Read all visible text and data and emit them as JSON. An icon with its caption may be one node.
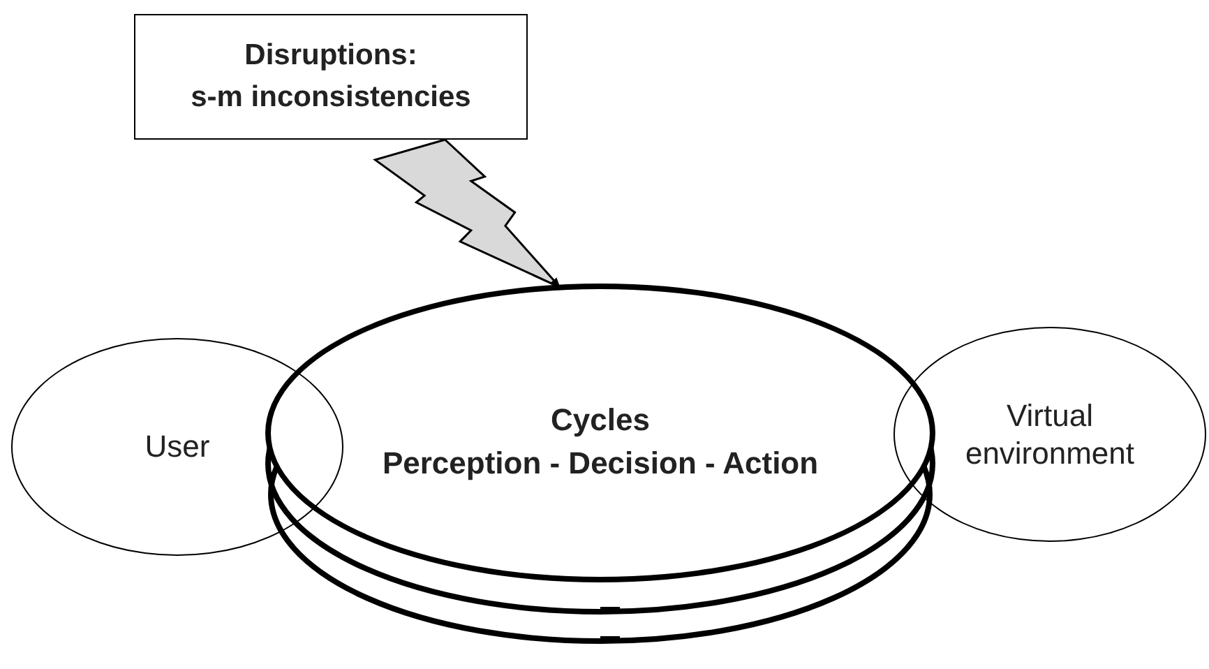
{
  "diagram": {
    "nodes": [
      {
        "text": [
          "Disruptions:",
          "s-m inconsistencies"
        ]
      },
      {
        "text": [
          "User"
        ]
      },
      {
        "text": [
          "Cycles",
          "Perception - Decision - Action"
        ]
      },
      {
        "text": [
          "Virtual environment"
        ]
      }
    ],
    "edges": [
      {
        "from": 0,
        "to": 2,
        "arrow": "to"
      }
    ]
  }
}
